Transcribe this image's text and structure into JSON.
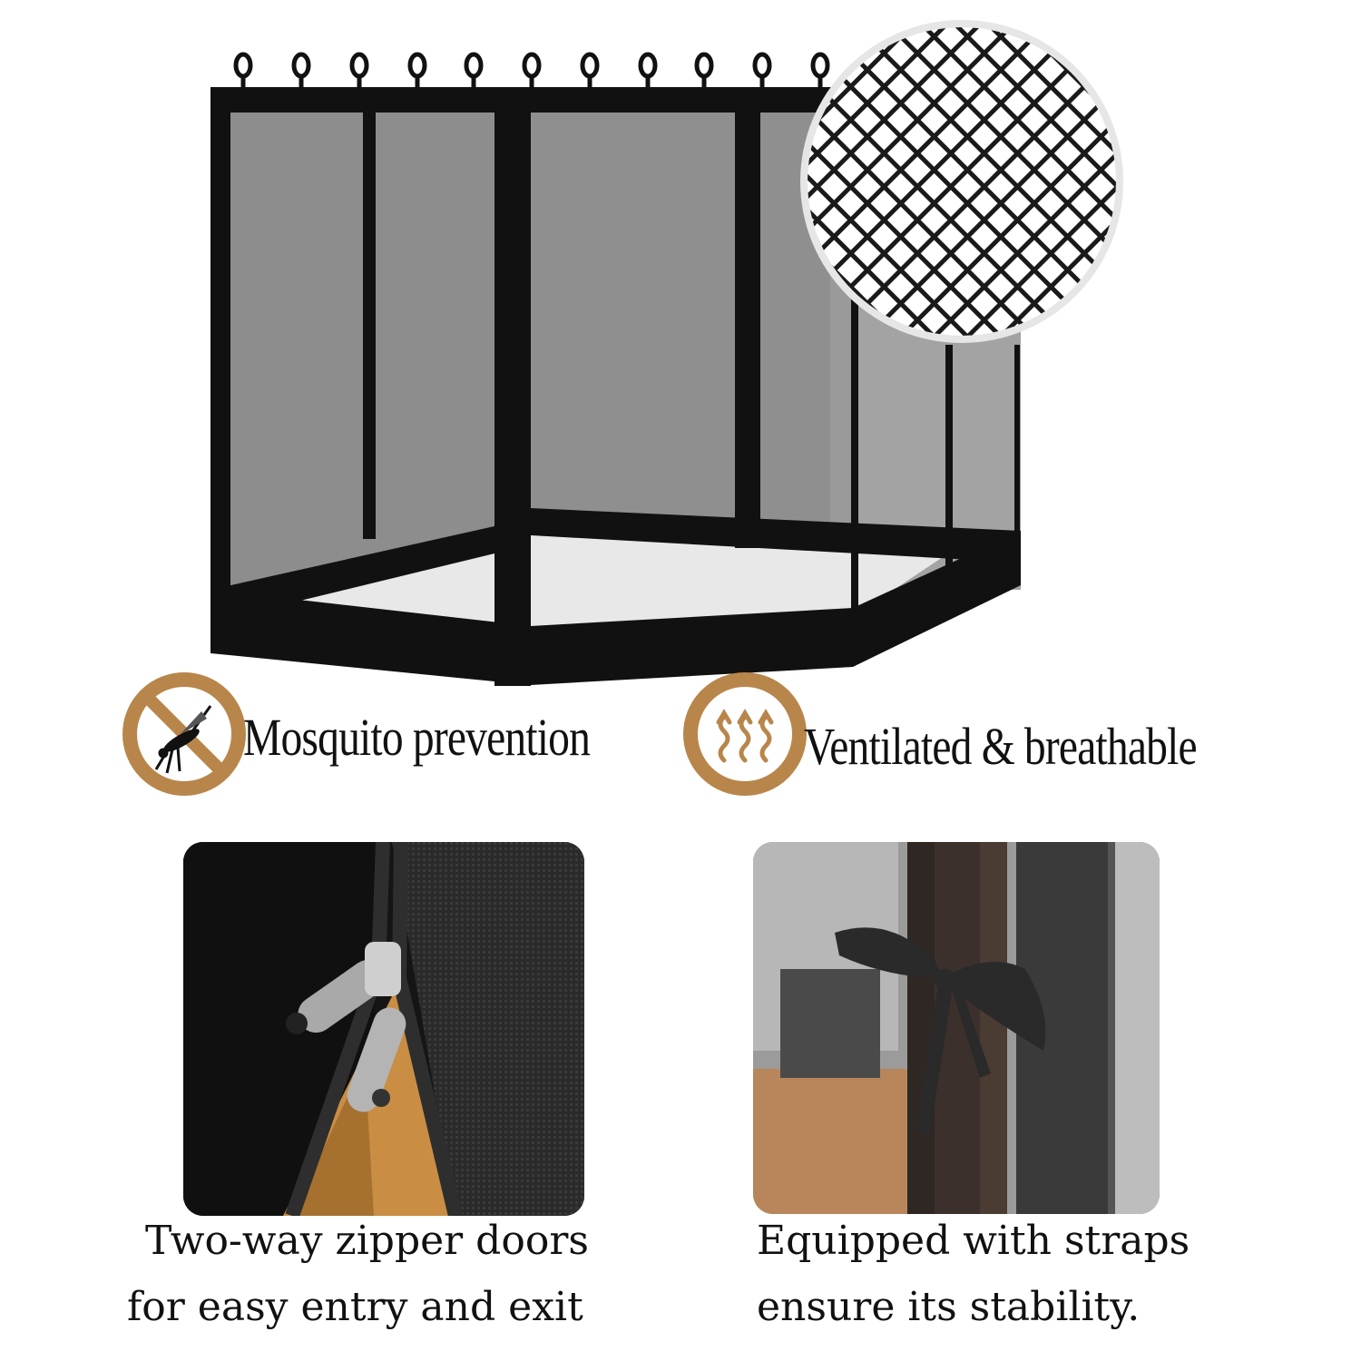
{
  "features": {
    "mosquito": {
      "label": "Mosquito prevention",
      "icon": "no-mosquito-icon"
    },
    "ventilated": {
      "label": "Ventilated & breathable",
      "icon": "heat-waves-icon"
    }
  },
  "captions": {
    "zipper": {
      "line1": "Two-way zipper doors",
      "line2": "for easy entry and exit"
    },
    "straps": {
      "line1": "Equipped with straps",
      "line2": "ensure its stability."
    }
  },
  "colors": {
    "icon_ring": "#b8864b",
    "frame": "#111111",
    "mesh": "#8f8f8f"
  }
}
